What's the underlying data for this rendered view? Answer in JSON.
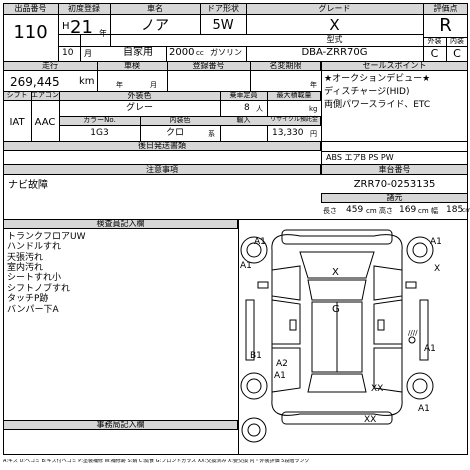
{
  "header": {
    "lot_label": "出品番号",
    "lot": "110",
    "reg_label": "初度登録",
    "era": "H",
    "year": "21",
    "year_unit": "年",
    "month": "10",
    "month_unit": "月",
    "model_label": "車名",
    "model": "ノア",
    "doors_label": "ドア形状",
    "doors": "5W",
    "grade_label": "グレード",
    "grade": "X",
    "score_label": "評価点",
    "score": "R",
    "use": "自家用",
    "cc": "2000",
    "cc_unit": "cc",
    "fuel": "ガソリン",
    "type_label": "型式",
    "type": "DBA-ZRR70G",
    "exterior_label": "外装",
    "interior_label": "内装",
    "exterior_grade": "C",
    "interior_grade": "C"
  },
  "specs": {
    "mileage_label": "走行",
    "mileage": "269,445",
    "mileage_unit": "km",
    "inspection_label": "車検",
    "insp_year_unit": "年",
    "insp_month_unit": "月",
    "regno_label": "登録番号",
    "recycle_label": "名変期限",
    "recycle_unit": "年",
    "shift_label": "シフト",
    "ac_label": "エアコン",
    "shift": "IAT",
    "ac": "AAC",
    "color_label": "外装色",
    "color": "グレー",
    "capacity_label": "乗車定員",
    "capacity": "8",
    "capacity_unit": "人",
    "load_label": "最大積載量",
    "load_unit": "kg",
    "colorno_label": "カラーNo.",
    "colorno": "1G3",
    "intcolor_label": "内装色",
    "intcolor": "クロ",
    "intcolor_suffix": "系",
    "import_label": "輸入",
    "recycle_fee_label": "リサイクル預託金",
    "recycle_fee": "13,330",
    "recycle_fee_unit": "円"
  },
  "sales_points": {
    "label": "セールスポイント",
    "lines": [
      "★オークションデビュー★",
      "ディスチャージ(HID)",
      "両側パワースライド、ETC"
    ]
  },
  "options": {
    "label": "後日発送書類",
    "equipment": "ABS エアB PS PW"
  },
  "inspector": {
    "label": "注意事項",
    "notes": "ナビ故障"
  },
  "chassis": {
    "label": "車台番号",
    "number": "ZRR70-0253135"
  },
  "dimensions": {
    "label": "諸元",
    "length_label": "長さ",
    "length": "459",
    "height_label": "高さ",
    "height": "169",
    "width_label": "幅",
    "width": "185",
    "unit": "cm"
  },
  "remarks": {
    "label": "検査員記入欄",
    "items": [
      "トランクフロアUW",
      "ハンドルすれ",
      "天張汚れ",
      "室内汚れ",
      "シートすれ小",
      "シフトノブすれ",
      "タッチP跡",
      "バンパー下A"
    ]
  },
  "bottom": {
    "label": "事務局記入欄"
  },
  "damage": {
    "marks": [
      "A1",
      "A1",
      "A1",
      "X",
      "X",
      "G",
      "B1",
      "A1",
      "A2",
      "A1",
      "XX",
      "XX",
      "A1"
    ],
    "hatch": "////"
  },
  "legend": "A:キズ U:ヘコミ B:キズ付ヘコミ P:塗装補修 W:補修跡 S:錆 C:腐食 G:フロントガラス XX:交換済み X:要交換 内・外装評価 5段階ランク"
}
